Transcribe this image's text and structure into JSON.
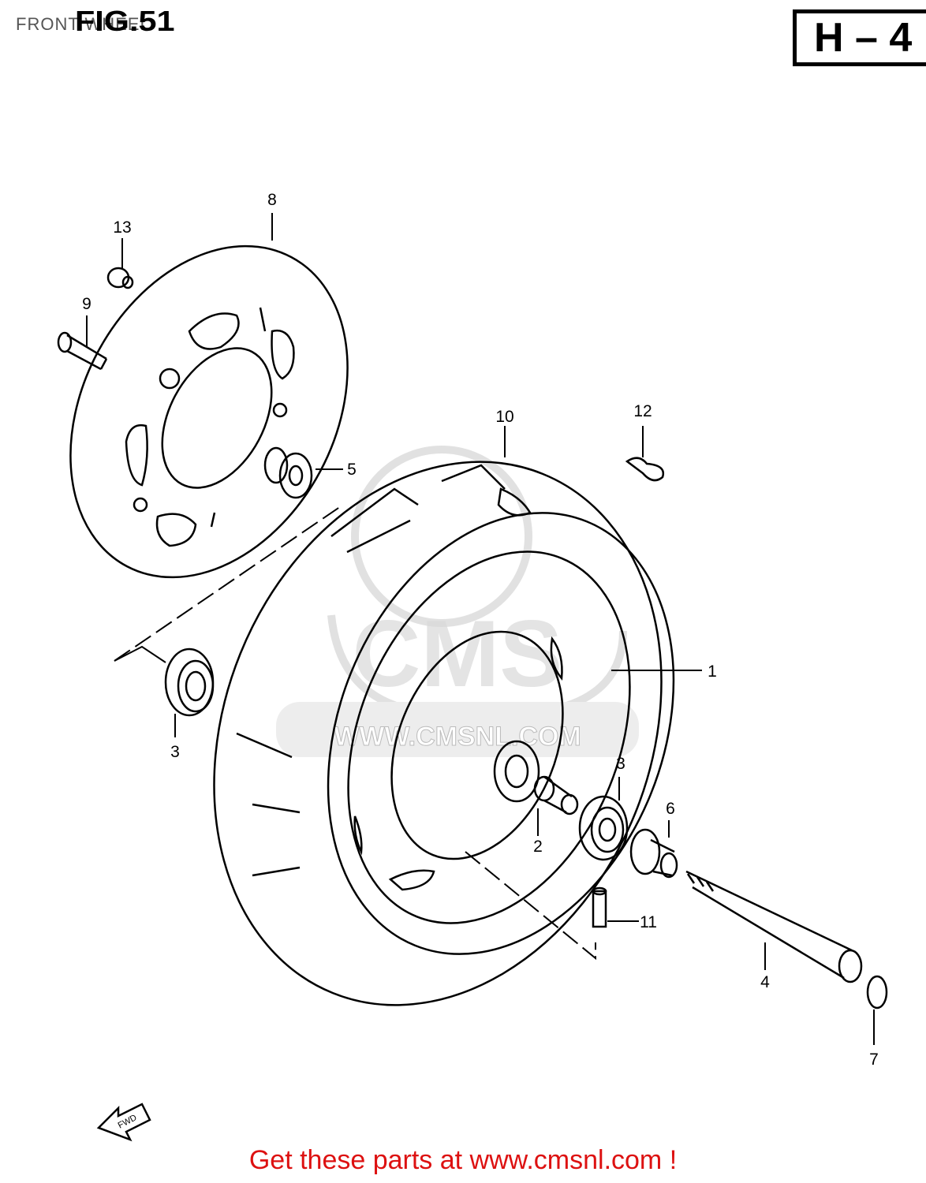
{
  "header": {
    "section_title": "FRONT WHEEL",
    "figure_label": "FIG.51",
    "page_code": "H – 4"
  },
  "callouts": [
    {
      "id": "c1",
      "label": "1"
    },
    {
      "id": "c2",
      "label": "2"
    },
    {
      "id": "c3a",
      "label": "3"
    },
    {
      "id": "c3b",
      "label": "3"
    },
    {
      "id": "c4",
      "label": "4"
    },
    {
      "id": "c5",
      "label": "5"
    },
    {
      "id": "c6",
      "label": "6"
    },
    {
      "id": "c7",
      "label": "7"
    },
    {
      "id": "c8",
      "label": "8"
    },
    {
      "id": "c9",
      "label": "9"
    },
    {
      "id": "c10",
      "label": "10"
    },
    {
      "id": "c11",
      "label": "11"
    },
    {
      "id": "c12",
      "label": "12"
    },
    {
      "id": "c13",
      "label": "13"
    }
  ],
  "watermark": {
    "brand": "CMS",
    "url": "WWW.CMSNL.COM"
  },
  "direction_arrow_label": "FWD",
  "footer": {
    "text": "Get these parts at www.cmsnl.com !"
  }
}
